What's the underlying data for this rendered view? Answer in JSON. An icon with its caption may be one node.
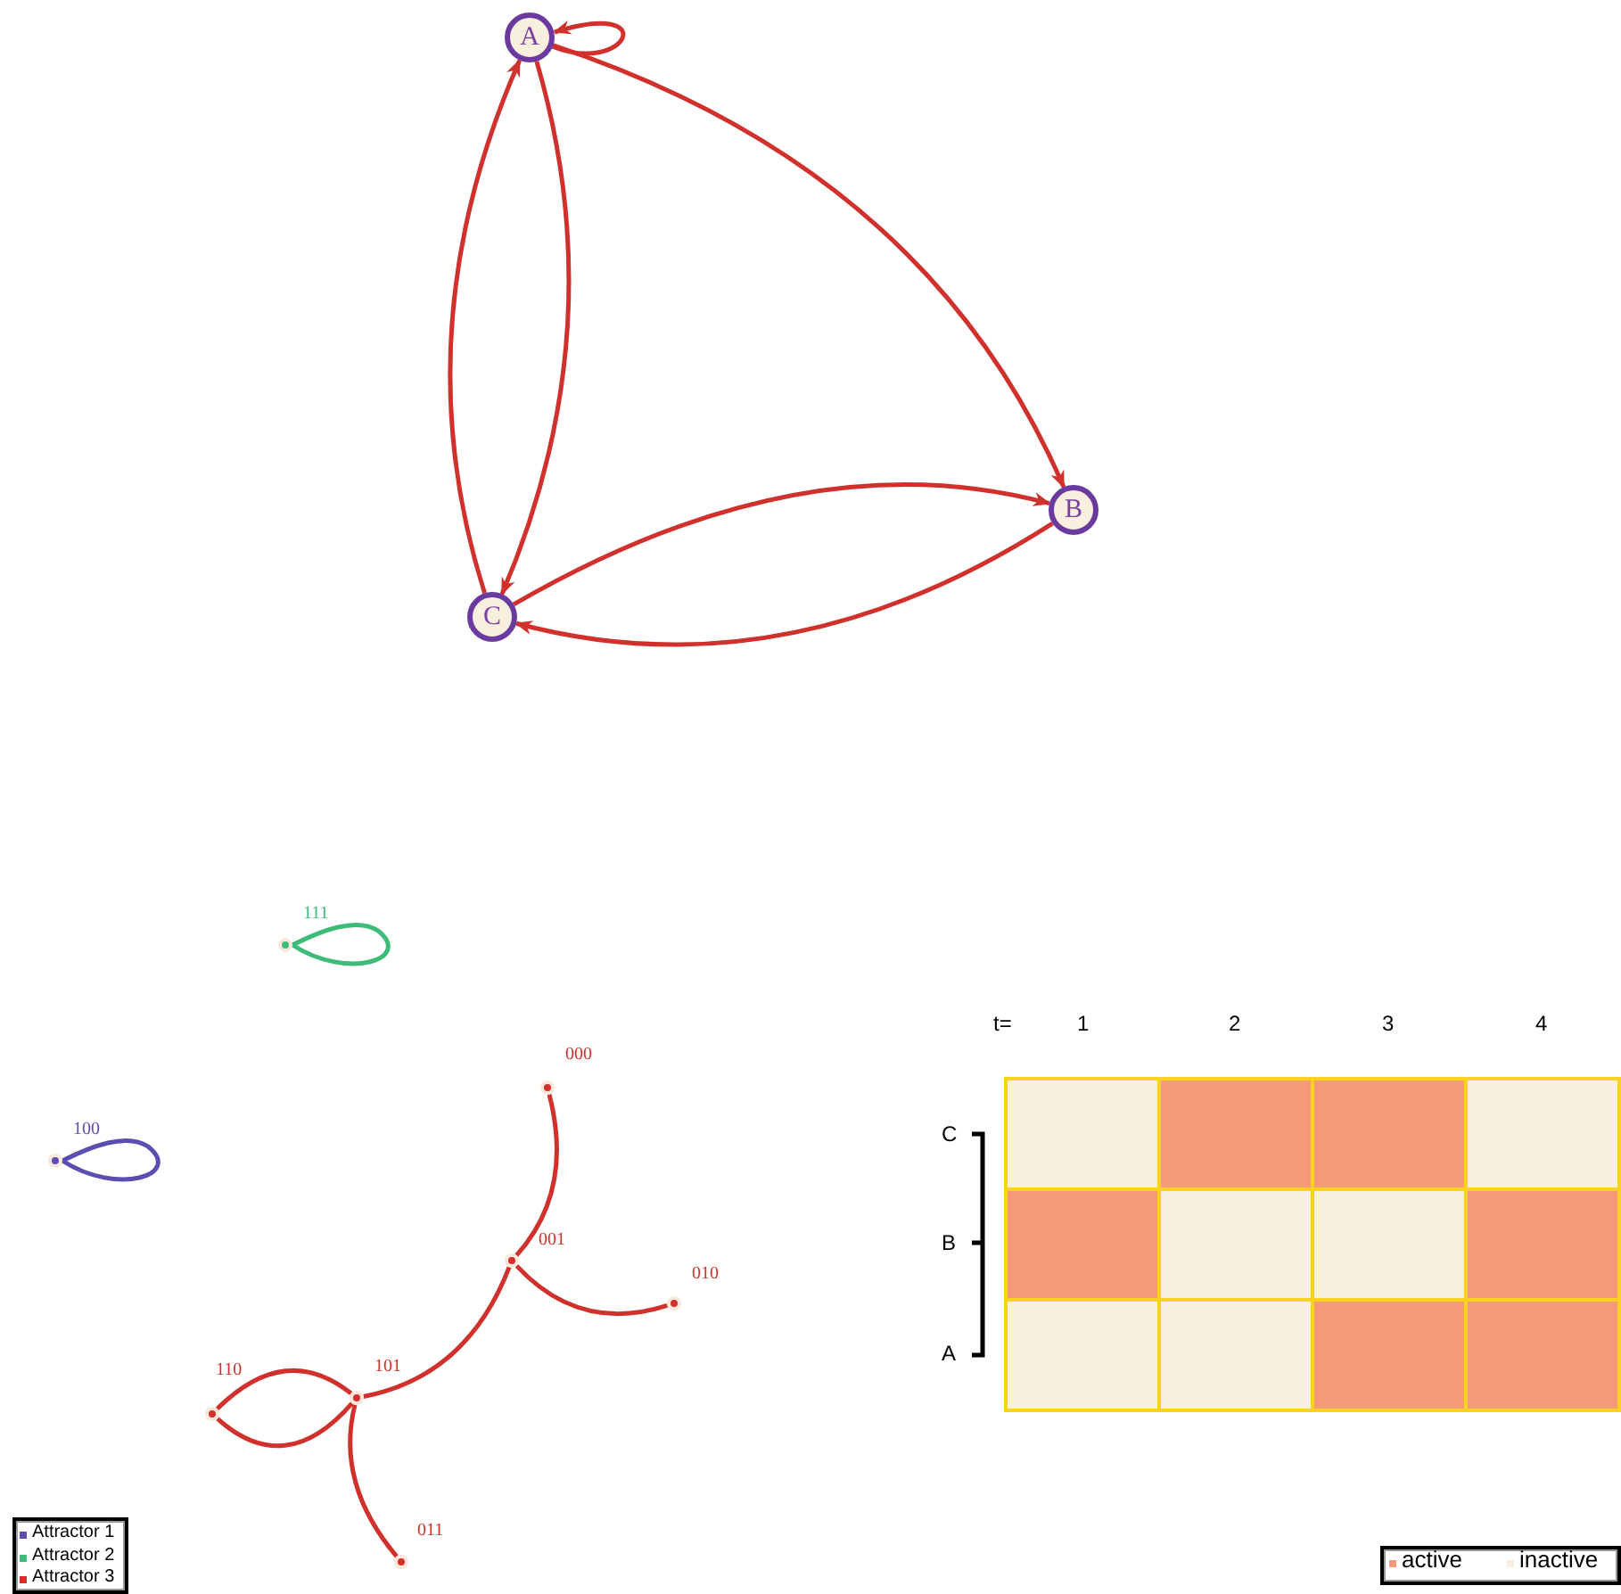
{
  "diagram": {
    "nodes": [
      {
        "text": [
          "A"
        ]
      },
      {
        "text": [
          "B"
        ]
      },
      {
        "text": [
          "C"
        ]
      },
      {
        "text": [],
        "shape": "circle",
        "beside": [
          "111"
        ]
      },
      {
        "text": [],
        "shape": "circle",
        "beside": [
          "100"
        ]
      },
      {
        "text": [],
        "shape": "circle",
        "beside": [
          "000"
        ]
      },
      {
        "text": [],
        "shape": "circle",
        "beside": [
          "001"
        ]
      },
      {
        "text": [],
        "shape": "circle",
        "beside": [
          "010"
        ]
      },
      {
        "text": [],
        "shape": "circle",
        "beside": [
          "110"
        ]
      },
      {
        "text": [],
        "shape": "circle",
        "beside": [
          "101"
        ]
      },
      {
        "text": [],
        "shape": "circle",
        "beside": [
          "011"
        ]
      },
      {
        "text": [],
        "shape": "box"
      },
      {
        "text": [],
        "shape": "box"
      },
      {
        "text": [],
        "shape": "box"
      },
      {
        "text": [],
        "shape": "box"
      },
      {
        "text": [],
        "shape": "box"
      },
      {
        "text": [],
        "shape": "box"
      },
      {
        "text": [],
        "shape": "box"
      },
      {
        "text": [],
        "shape": "box"
      },
      {
        "text": [],
        "shape": "box"
      },
      {
        "text": [],
        "shape": "box"
      },
      {
        "text": [],
        "shape": "box"
      },
      {
        "text": [],
        "shape": "box"
      }
    ],
    "edges": [
      {
        "from": 0,
        "to": 0,
        "arrow": "to"
      },
      {
        "from": 0,
        "to": 1,
        "arrow": "to"
      },
      {
        "from": 0,
        "to": 2,
        "arrow": "to"
      },
      {
        "from": 2,
        "to": 0,
        "arrow": "to"
      },
      {
        "from": 2,
        "to": 1,
        "arrow": "to"
      },
      {
        "from": 1,
        "to": 2,
        "arrow": "to"
      },
      {
        "from": 3,
        "to": 3,
        "arrow": "none",
        "color": "#3dbb78"
      },
      {
        "from": 4,
        "to": 4,
        "arrow": "none",
        "color": "#5a4fb0"
      },
      {
        "from": 5,
        "to": 6,
        "arrow": "none"
      },
      {
        "from": 7,
        "to": 6,
        "arrow": "none"
      },
      {
        "from": 6,
        "to": 9,
        "arrow": "none"
      },
      {
        "from": 10,
        "to": 9,
        "arrow": "none"
      },
      {
        "from": 9,
        "to": 8,
        "arrow": "none"
      },
      {
        "from": 8,
        "to": 9,
        "arrow": "none"
      }
    ],
    "labels": [
      "t=",
      "1",
      "2",
      "3",
      "4",
      "C",
      "B",
      "A"
    ],
    "legend": [
      {
        "text": "Attractor 1",
        "color": "#5a4fb0"
      },
      {
        "text": "Attractor 2",
        "color": "#3dbb78"
      },
      {
        "text": "Attractor 3",
        "color": "#d0312d"
      },
      {
        "text": "active",
        "color": "#f59a78"
      },
      {
        "text": "inactive",
        "color": "#f8efde"
      }
    ]
  }
}
